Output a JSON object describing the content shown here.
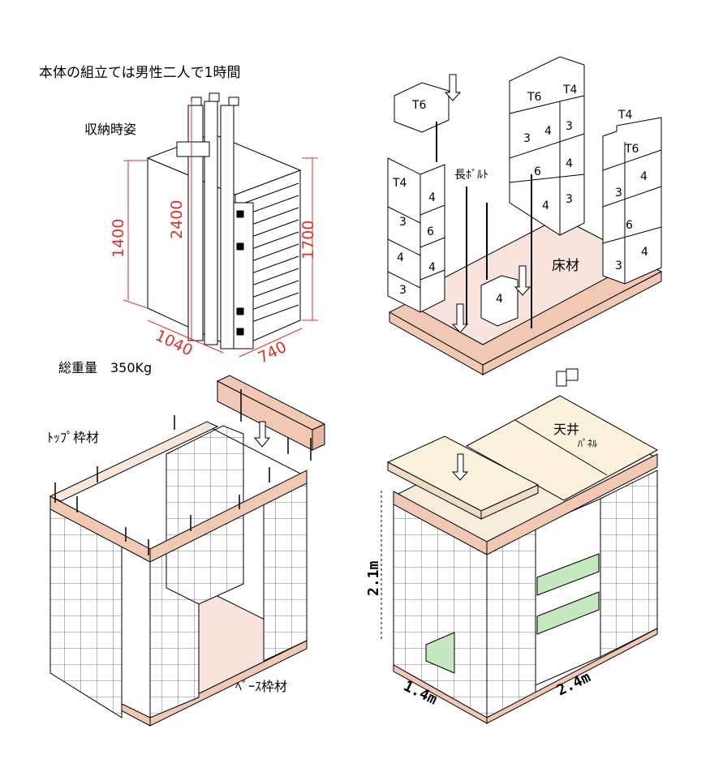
{
  "captions": {
    "assembly_time": "本体の組立ては男性二人で1時間",
    "storage_posture": "収納時姿",
    "total_weight": "総重量　350Kg",
    "top_frame": "ﾄｯﾌﾟ枠材",
    "base_frame": "ﾍﾞｰｽ枠材",
    "long_bolt": "長ﾎﾞﾙﾄ",
    "floor_material": "床材",
    "ceiling_panel_1": "天井",
    "ceiling_panel_2": "ﾊﾟﾈﾙ"
  },
  "storage_dimensions": {
    "height_left": "1400",
    "height_mid": "2400",
    "height_right": "1700",
    "width": "1040",
    "depth": "740"
  },
  "assembled_dimensions": {
    "height": "2.1m",
    "width": "1.4m",
    "length": "2.4m"
  },
  "block_labels": {
    "t6": "T6",
    "t4": "T4",
    "n3": "3",
    "n4": "4",
    "n6": "6"
  },
  "colors": {
    "frame_wood": "#f0c8b4",
    "floor": "#f8e4dc",
    "ceiling": "#fbf1dc",
    "green_panel": "#c5e8c0",
    "dimension_red": "#e0302a",
    "line": "#000000"
  }
}
